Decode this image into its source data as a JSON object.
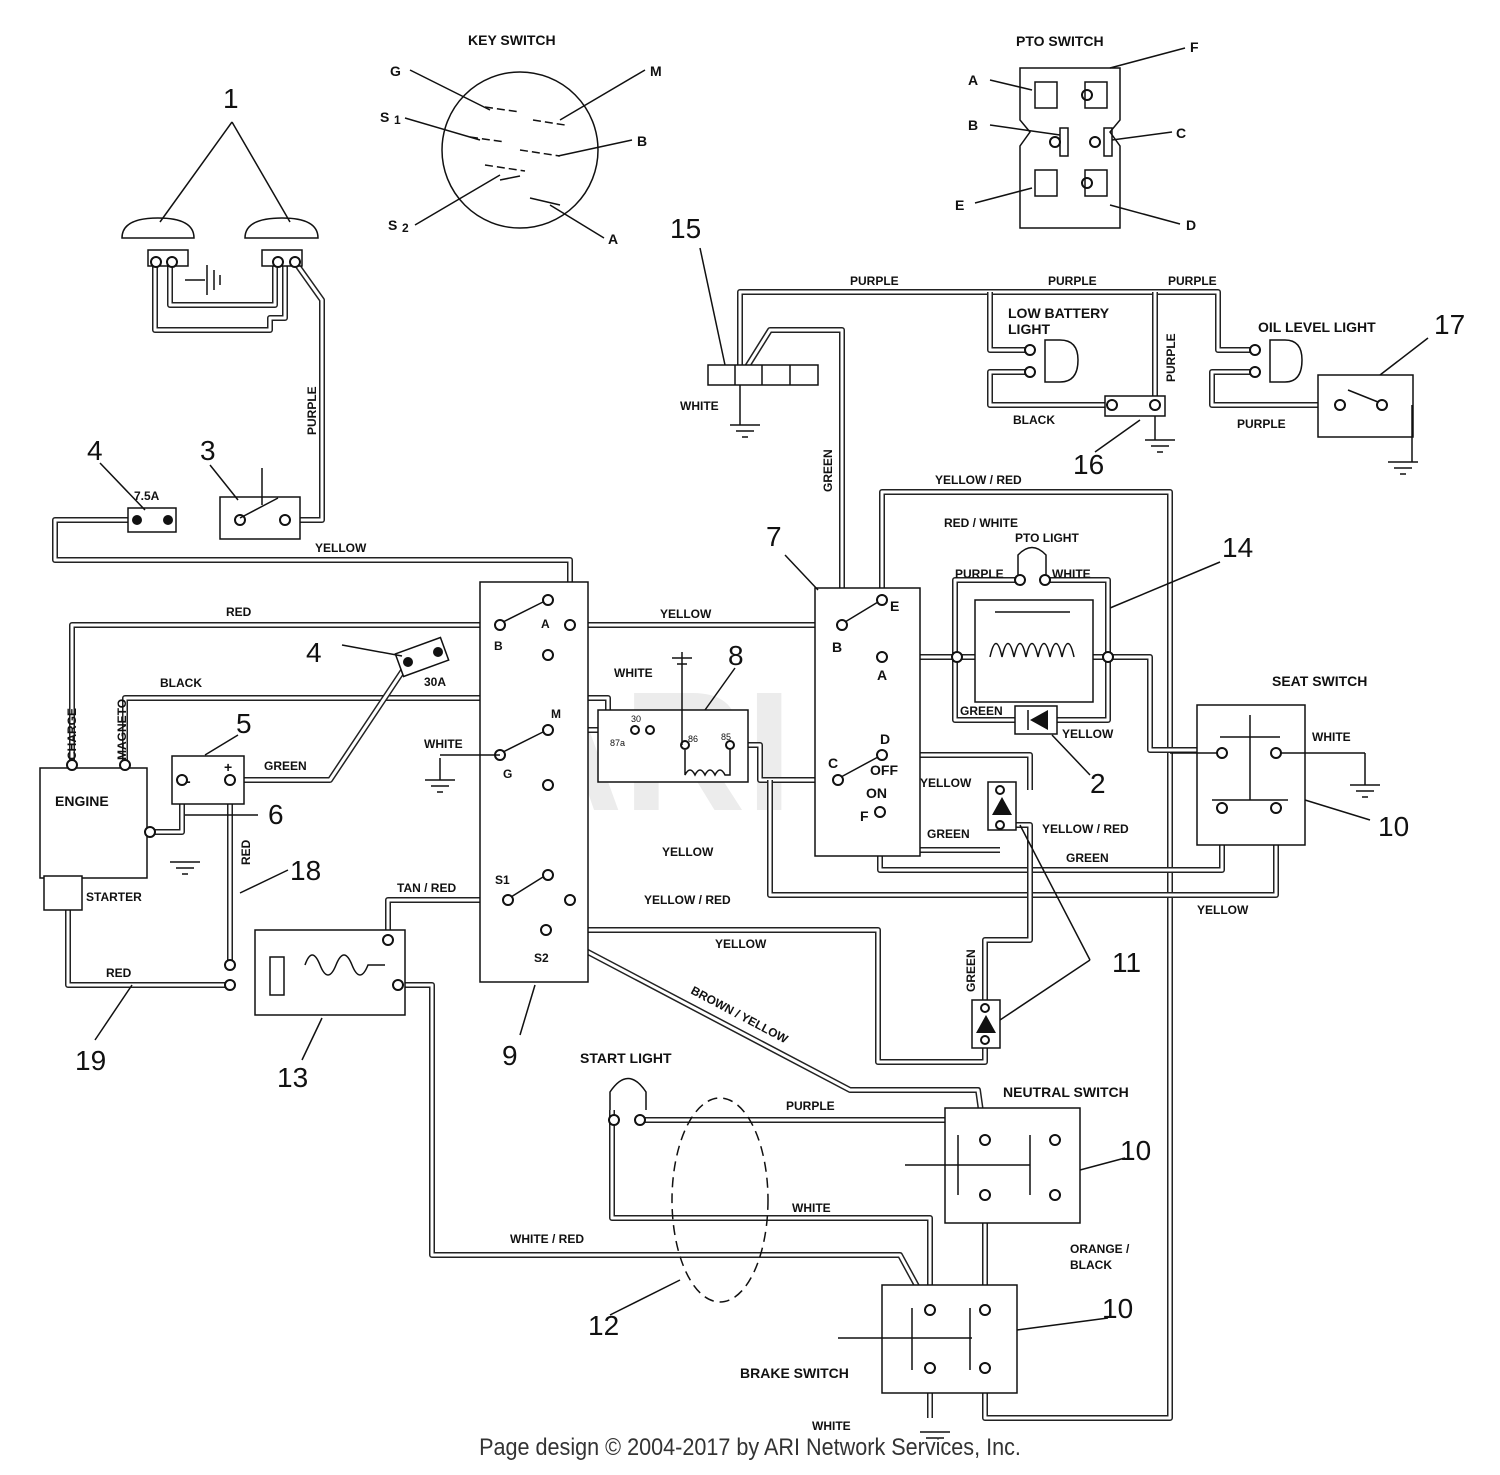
{
  "key_switch": {
    "title": "KEY SWITCH",
    "terminals": {
      "g": "G",
      "m": "M",
      "s1": "S",
      "s1_sub": "1",
      "b": "B",
      "s2": "S",
      "s2_sub": "2",
      "a": "A"
    }
  },
  "pto_switch": {
    "title": "PTO SWITCH",
    "terminals": {
      "a": "A",
      "f": "F",
      "b": "B",
      "c": "C",
      "e": "E",
      "d": "D"
    }
  },
  "callouts": [
    "1",
    "2",
    "3",
    "4",
    "4",
    "5",
    "6",
    "7",
    "8",
    "9",
    "10",
    "10",
    "10",
    "11",
    "12",
    "13",
    "14",
    "15",
    "16",
    "17",
    "18",
    "19"
  ],
  "components": {
    "engine": "ENGINE",
    "starter": "STARTER",
    "charge": "CHARGE",
    "magneto": "MAGNETO",
    "fuse_small": "7.5A",
    "fuse_large": "30A",
    "low_battery_light": [
      "LOW BATTERY",
      "LIGHT"
    ],
    "oil_level_light": "OIL LEVEL LIGHT",
    "pto_light": "PTO LIGHT",
    "seat_switch": "SEAT SWITCH",
    "start_light": "START LIGHT",
    "neutral_switch": "NEUTRAL SWITCH",
    "brake_switch": "BRAKE SWITCH",
    "relay_pins": {
      "p87a": "87a",
      "p30": "30",
      "p86": "86",
      "p85": "85"
    },
    "pto_pos": {
      "e": "E",
      "b": "B",
      "a": "A",
      "d": "D",
      "off": "OFF",
      "c": "C",
      "on": "ON",
      "f": "F"
    },
    "key_pos": {
      "a": "A",
      "b": "B",
      "m": "M",
      "g": "G",
      "s1": "S1",
      "s2": "S2"
    },
    "battery_neg": "-",
    "battery_pos": "+"
  },
  "wires": {
    "purple": "PURPLE",
    "yellow": "YELLOW",
    "red": "RED",
    "black": "BLACK",
    "green": "GREEN",
    "white": "WHITE",
    "yellow_red": "YELLOW / RED",
    "red_white": "RED / WHITE",
    "tan_red": "TAN / RED",
    "brown_yellow": "BROWN / YELLOW",
    "white_red": "WHITE / RED",
    "orange_black": [
      "ORANGE /",
      "BLACK"
    ]
  },
  "watermark": "ARI",
  "footer": "Page design © 2004-2017 by ARI Network Services, Inc."
}
